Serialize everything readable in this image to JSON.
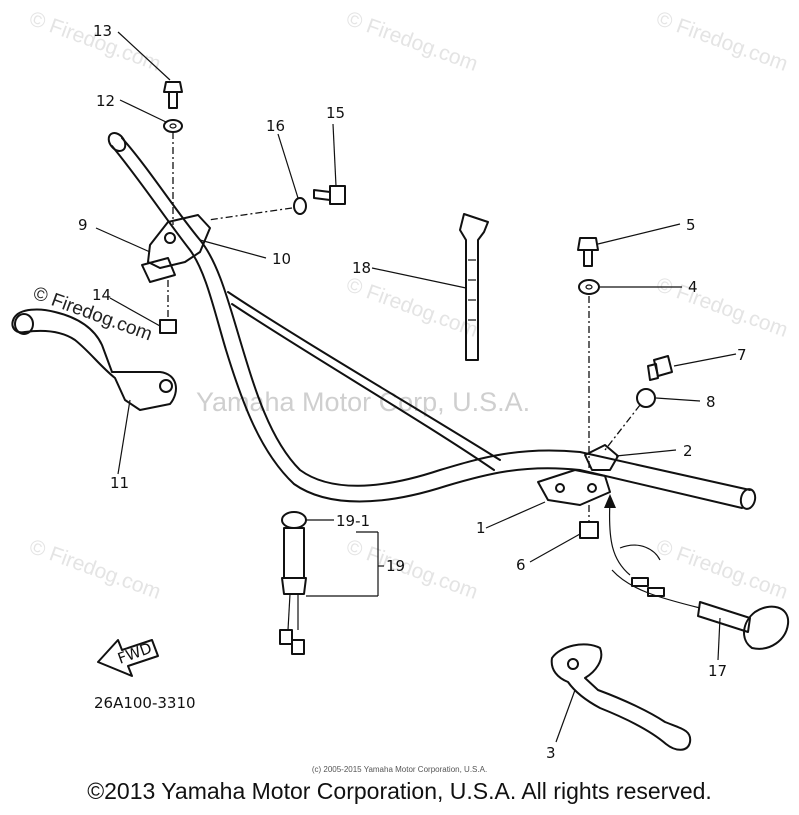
{
  "watermarks": {
    "firedog": "© Firedog.com",
    "center": "Yamaha Motor Corp, U.S.A."
  },
  "callouts": {
    "c1": "1",
    "c2": "2",
    "c3": "3",
    "c4": "4",
    "c5": "5",
    "c6": "6",
    "c7": "7",
    "c8": "8",
    "c9": "9",
    "c10": "10",
    "c11": "11",
    "c12": "12",
    "c13": "13",
    "c14": "14",
    "c15": "15",
    "c16": "16",
    "c17": "17",
    "c18": "18",
    "c19": "19",
    "c19_1": "19-1"
  },
  "fwd_label": "FWD",
  "diagram_code": "26A100-3310",
  "small_copyright": "(c) 2005-2015 Yamaha Motor Corporation, U.S.A.",
  "copyright": "©2013 Yamaha Motor Corporation, U.S.A. All rights reserved."
}
